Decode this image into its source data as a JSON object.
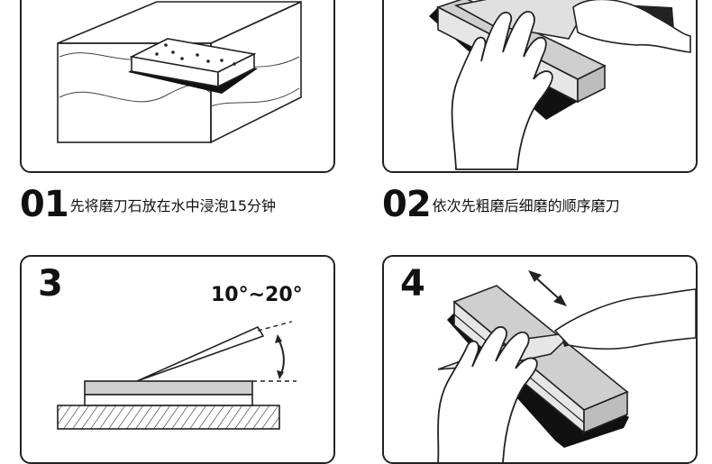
{
  "steps": [
    {
      "number": "01",
      "text": "先将磨刀石放在水中浸泡15分钟"
    },
    {
      "number": "02",
      "text": "依次先粗磨后细磨的顺序磨刀"
    },
    {
      "number": "3",
      "angle": "10°~20°"
    },
    {
      "number": "4"
    }
  ],
  "colors": {
    "line": "#222222",
    "panel_bg": "#ffffff",
    "stone_gray": "#cfcfcf",
    "text": "#111111"
  }
}
